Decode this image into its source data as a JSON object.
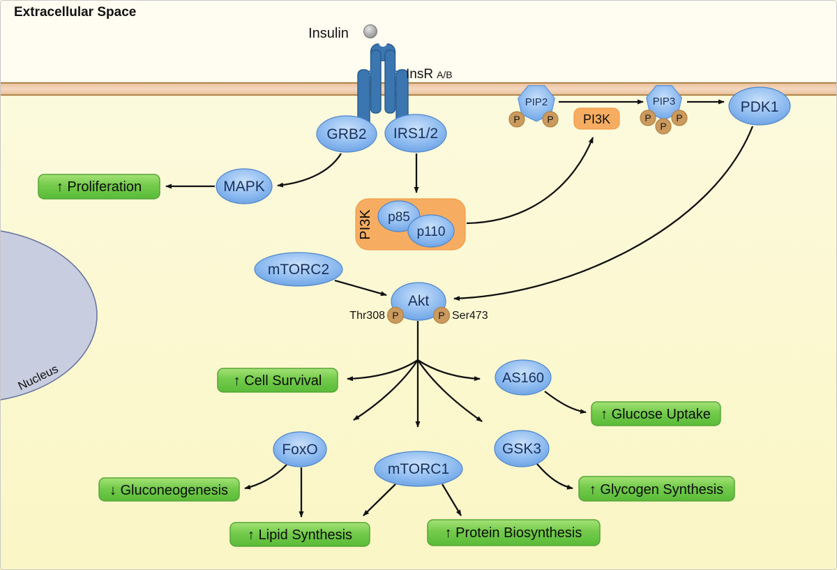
{
  "compartments": {
    "extracellular_label": "Extracellular Space",
    "nucleus_label": "Nucleus"
  },
  "ligand": {
    "label": "Insulin"
  },
  "receptor": {
    "label": "InsR",
    "isoform": "A/B"
  },
  "membrane_nodes": {
    "pip2": "PIP2",
    "pip3": "PIP3",
    "pi3k": "PI3K",
    "pdk1": "PDK1",
    "phospho": "P"
  },
  "nodes": {
    "grb2": "GRB2",
    "irs12": "IRS1/2",
    "mapk": "MAPK",
    "mtorc2": "mTORC2",
    "akt": "Akt",
    "thr308": "Thr308",
    "ser473": "Ser473",
    "phospho": "P",
    "as160": "AS160",
    "foxo": "FoxO",
    "mtorc1": "mTORC1",
    "gsk3": "GSK3"
  },
  "pi3k_complex": {
    "label": "PI3K",
    "p85": "p85",
    "p110": "p110"
  },
  "outcomes": {
    "proliferation": "↑ Proliferation",
    "cell_survival": "↑ Cell Survival",
    "glucose_uptake": "↑ Glucose Uptake",
    "gluconeogenesis": "↓ Gluconeogenesis",
    "lipid_synthesis": "↑ Lipid Synthesis",
    "protein_biosynthesis": "↑ Protein Biosynthesis",
    "glycogen_synthesis": "↑ Glycogen Synthesis"
  },
  "colors": {
    "extracellular_bg": "#FFFDF1",
    "cytoplasm_bg": "#FBF7CC",
    "membrane_fill": "#F1CDAB",
    "membrane_edge": "#A87C3F",
    "node_blue": "#7FB1EC",
    "node_blue_edge": "#4d86cc",
    "outcome_green": "#74CB4B",
    "outcome_green_edge": "#55A537",
    "orange_box": "#F7AD61",
    "orange_box_edge": "#EE9C49",
    "phospho_tan": "#CA9A5E",
    "receptor_blue": "#3C76B0",
    "nucleus_fill": "#C8CDE0",
    "arrow_black": "#111111"
  }
}
